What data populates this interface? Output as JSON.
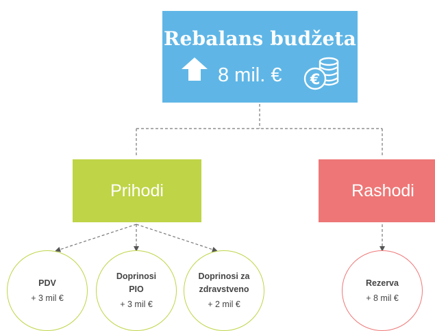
{
  "top": {
    "title": "Rebalans budžeta",
    "amount": "8 mil. €",
    "up_arrow_icon": "arrow-up-icon",
    "coins_icon": "euro-coins-icon",
    "color": "#5fb6e6"
  },
  "branches": {
    "income": {
      "label": "Prihodi",
      "color": "#bfd446"
    },
    "expense": {
      "label": "Rashodi",
      "color": "#ee7676"
    }
  },
  "items": {
    "pdv": {
      "name": "PDV",
      "value": "+ 3 mil €"
    },
    "pio": {
      "name": "Doprinosi PIO",
      "value": "+ 3 mil €"
    },
    "health": {
      "name": "Doprinosi za zdravstveno",
      "value": "+ 2 mil €"
    },
    "reserve": {
      "name": "Rezerva",
      "value": "+ 8 mil €"
    }
  }
}
